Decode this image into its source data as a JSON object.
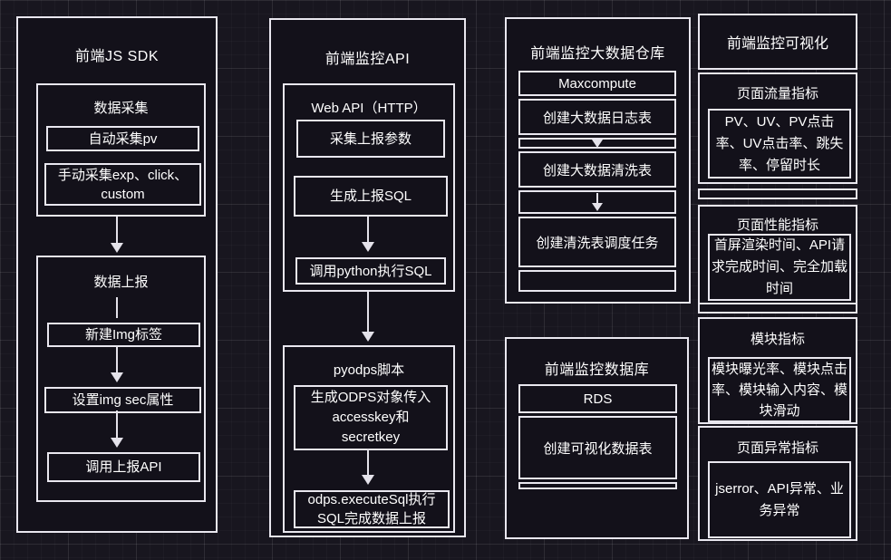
{
  "colors": {
    "background": "#18161f",
    "box_fill": "#13111a",
    "border": "#e9e7ef",
    "text": "#ffffff",
    "arrow": "#e4e2ea"
  },
  "col1": {
    "title": "前端JS SDK",
    "collect": {
      "title": "数据采集",
      "items": [
        "自动采集pv",
        "手动采集exp、click、custom"
      ]
    },
    "report": {
      "title": "数据上报",
      "items": [
        "新建Img标签",
        "设置img sec属性",
        "调用上报API"
      ]
    }
  },
  "col2": {
    "title": "前端监控API",
    "webapi": {
      "title": "Web API（HTTP）",
      "items": [
        "采集上报参数",
        "生成上报SQL",
        "调用python执行SQL"
      ]
    },
    "pyodps": {
      "title": "pyodps脚本",
      "items": [
        "生成ODPS对象传入accesskey和secretkey",
        "odps.executeSql执行SQL完成数据上报"
      ]
    }
  },
  "col3": {
    "warehouse": {
      "title": "前端监控大数据仓库",
      "rows": [
        "Maxcompute",
        "创建大数据日志表",
        "创建大数据清洗表",
        "创建清洗表调度任务"
      ]
    },
    "database": {
      "title": "前端监控数据库",
      "rows": [
        "RDS",
        "创建可视化数据表"
      ]
    }
  },
  "col4": {
    "title": "前端监控可视化",
    "sections": [
      {
        "title": "页面流量指标",
        "body": "PV、UV、PV点击率、UV点击率、跳失率、停留时长"
      },
      {
        "title": "页面性能指标",
        "body": "首屏渲染时间、API请求完成时间、完全加载时间"
      },
      {
        "title": "模块指标",
        "body": "模块曝光率、模块点击率、模块输入内容、模块滑动"
      },
      {
        "title": "页面异常指标",
        "body": "jserror、API异常、业务异常"
      }
    ]
  }
}
